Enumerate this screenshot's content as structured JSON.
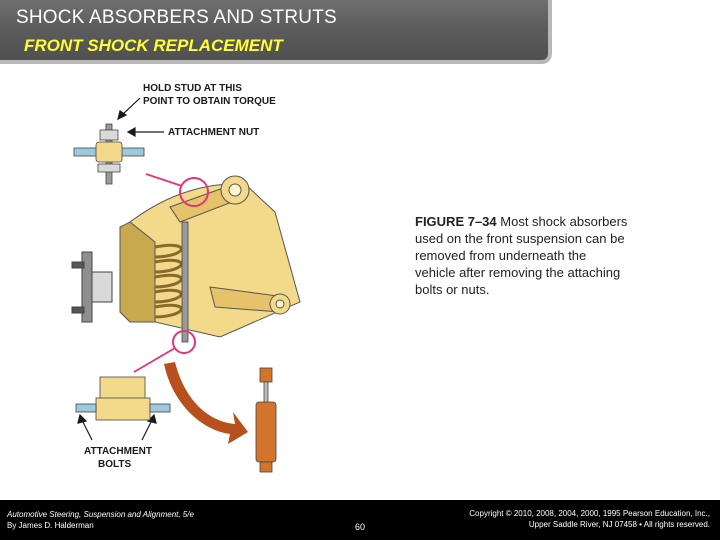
{
  "header": {
    "title": "SHOCK ABSORBERS AND STRUTS",
    "subtitle": "FRONT SHOCK REPLACEMENT"
  },
  "figure": {
    "labels": {
      "hold_stud_line1": "HOLD STUD AT THIS",
      "hold_stud_line2": "POINT TO OBTAIN TORQUE",
      "attachment_nut": "ATTACHMENT NUT",
      "attachment_bolts_line1": "ATTACHMENT",
      "attachment_bolts_line2": "BOLTS"
    },
    "colors": {
      "frame": "#f3d98a",
      "frame_shadow": "#c9a94e",
      "shock_body": "#d2742a",
      "spring": "#8a6a2a",
      "highlight_circle": "#e0357a",
      "removal_arrow": "#b8501e",
      "metal": "#bdbdbd"
    }
  },
  "caption": {
    "figure_number": "FIGURE 7–34",
    "text": " Most shock absorbers used on the front suspension can be removed from underneath the vehicle after removing the attaching bolts or nuts."
  },
  "footer": {
    "book_title": "Automotive Steering, Suspension and Alignment, 5/e",
    "author": "By James D. Halderman",
    "page_number": "60",
    "copyright_line1": "Copyright © 2010, 2008, 2004, 2000, 1995 Pearson Education, Inc.,",
    "copyright_line2": "Upper Saddle River, NJ 07458 • All rights reserved."
  }
}
